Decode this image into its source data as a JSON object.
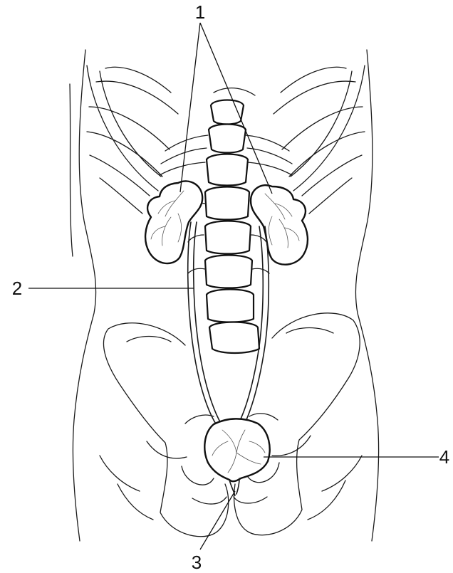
{
  "labels": {
    "l1": "1",
    "l2": "2",
    "l3": "3",
    "l4": "4"
  },
  "colors": {
    "stroke": "#111111",
    "background": "#ffffff"
  }
}
